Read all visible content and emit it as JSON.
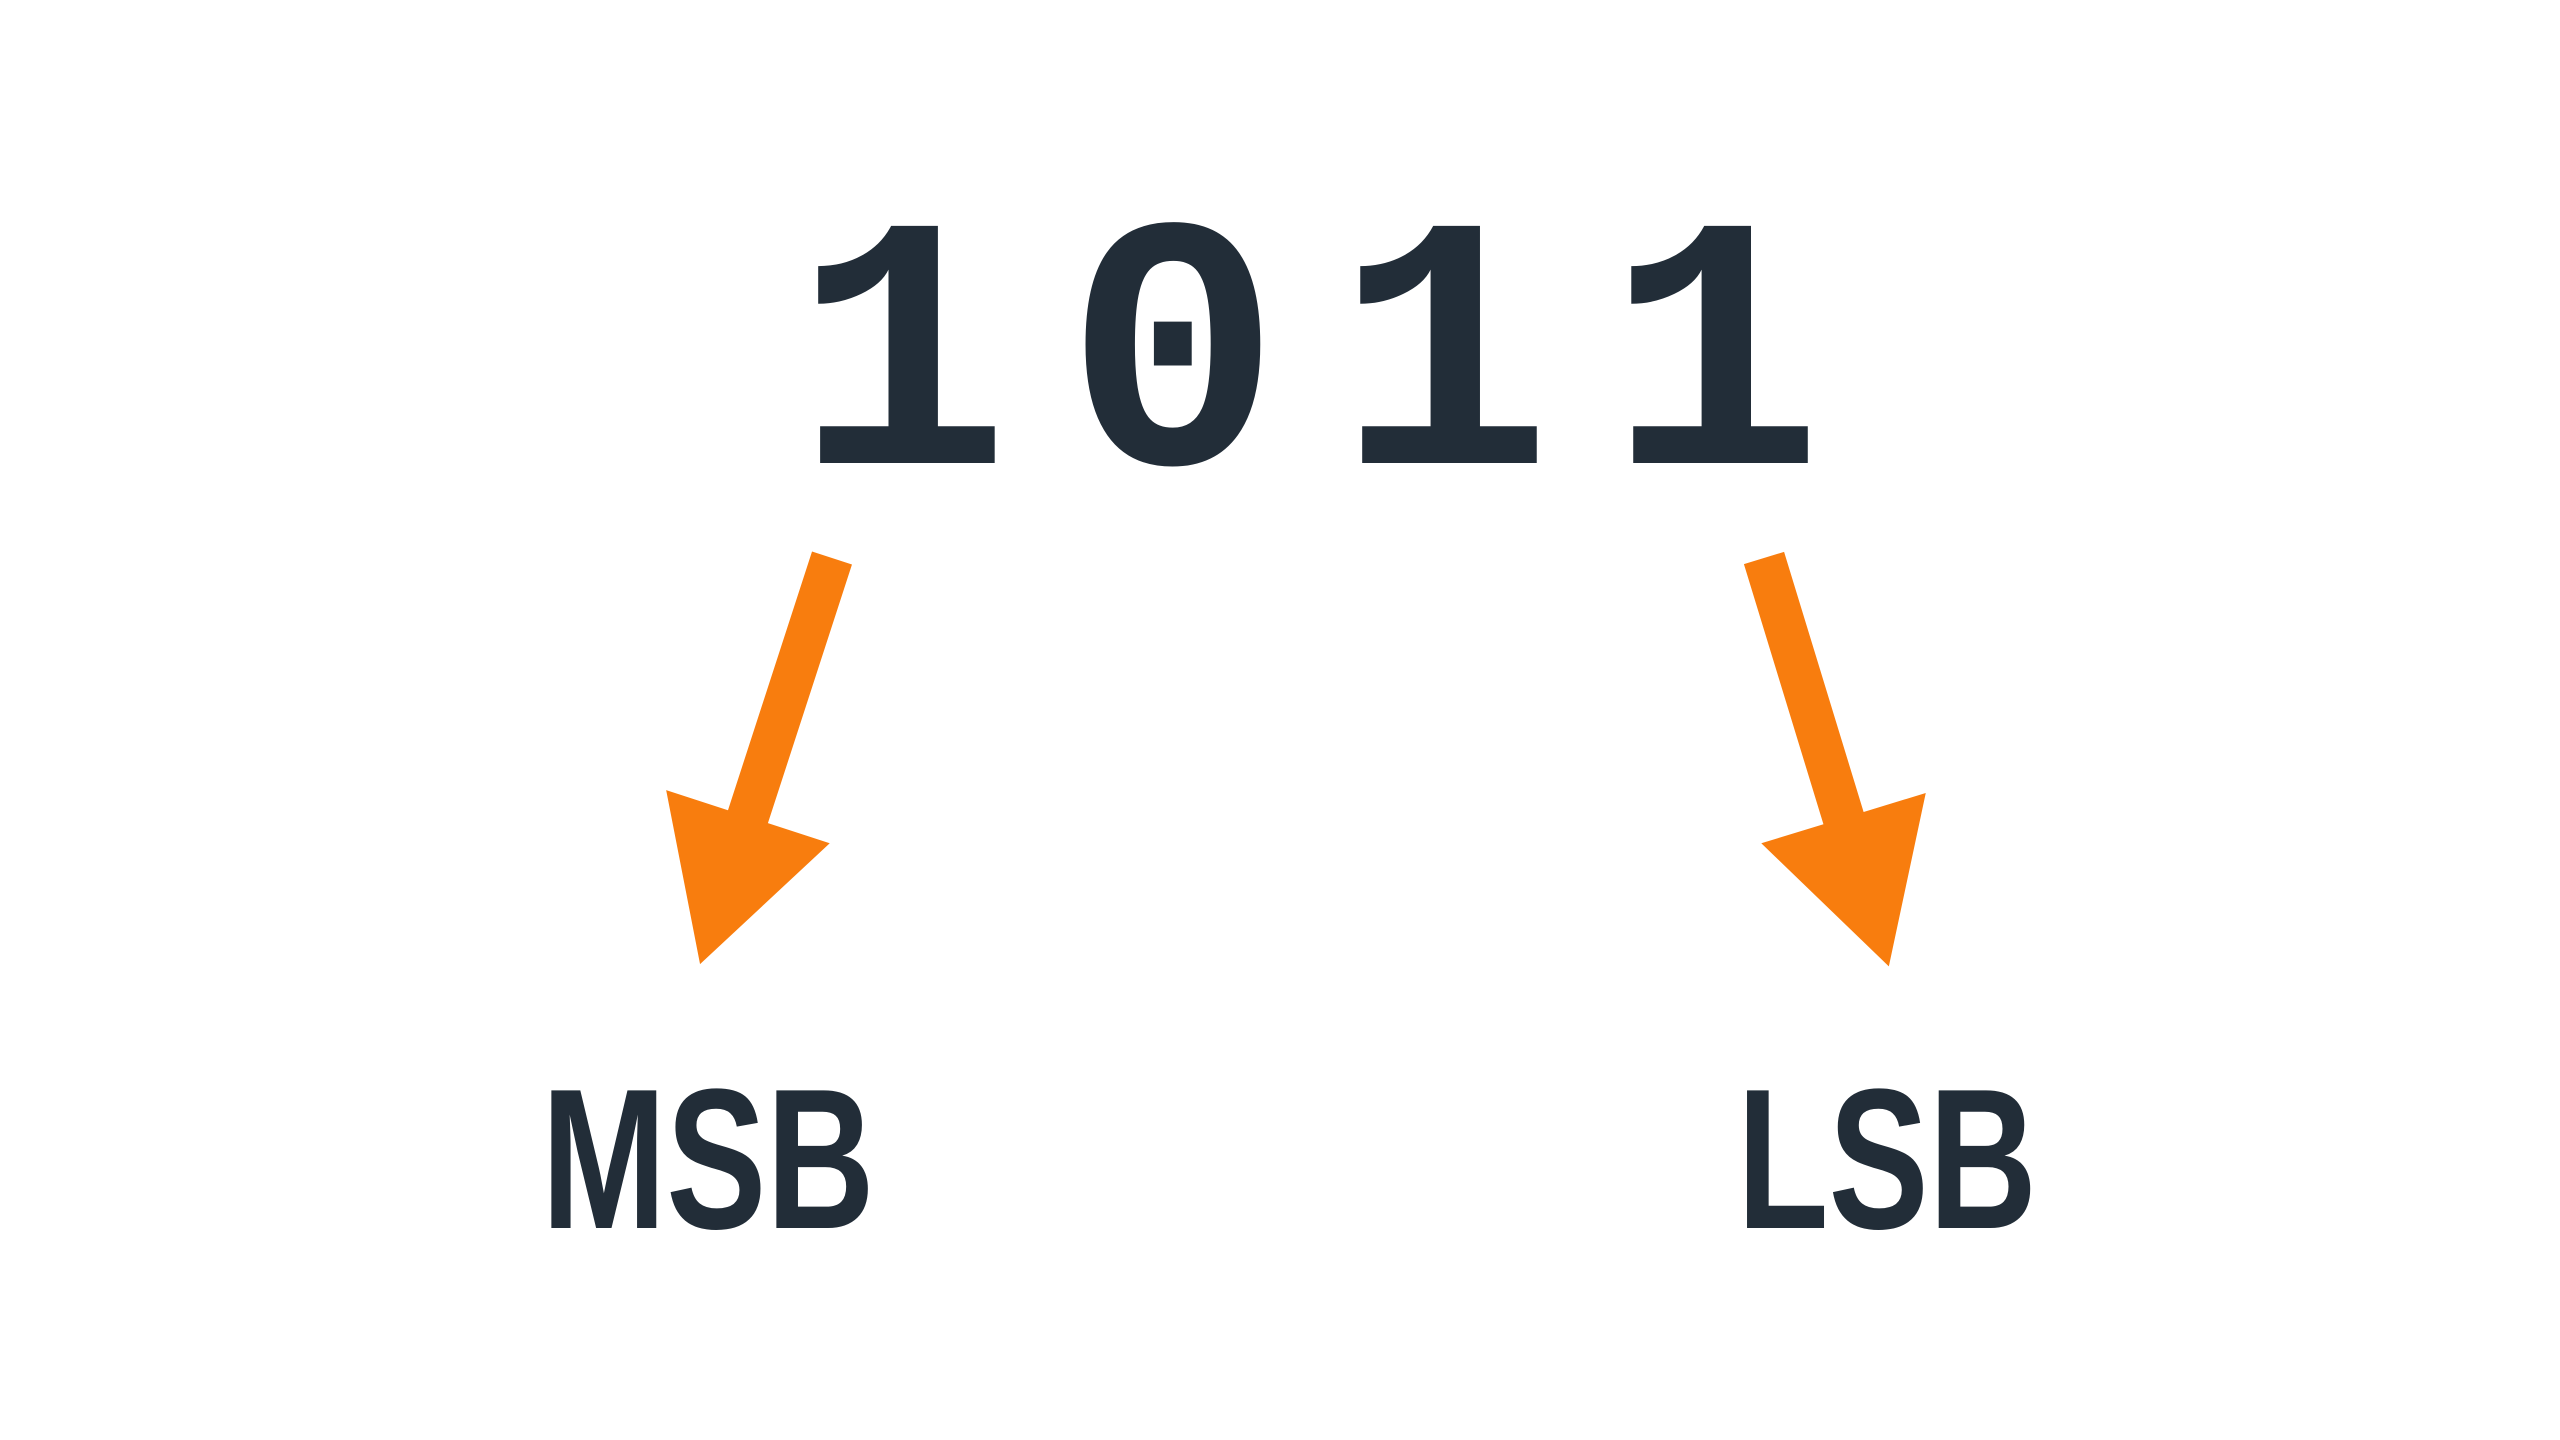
{
  "binary": {
    "value": "1011"
  },
  "labels": {
    "msb": "MSB",
    "lsb": "LSB"
  },
  "icons": {
    "left": "arrow-down-left-icon",
    "right": "arrow-down-right-icon"
  },
  "colors": {
    "text": "#222d38",
    "arrow": "#f87d0e",
    "background": "#ffffff"
  }
}
